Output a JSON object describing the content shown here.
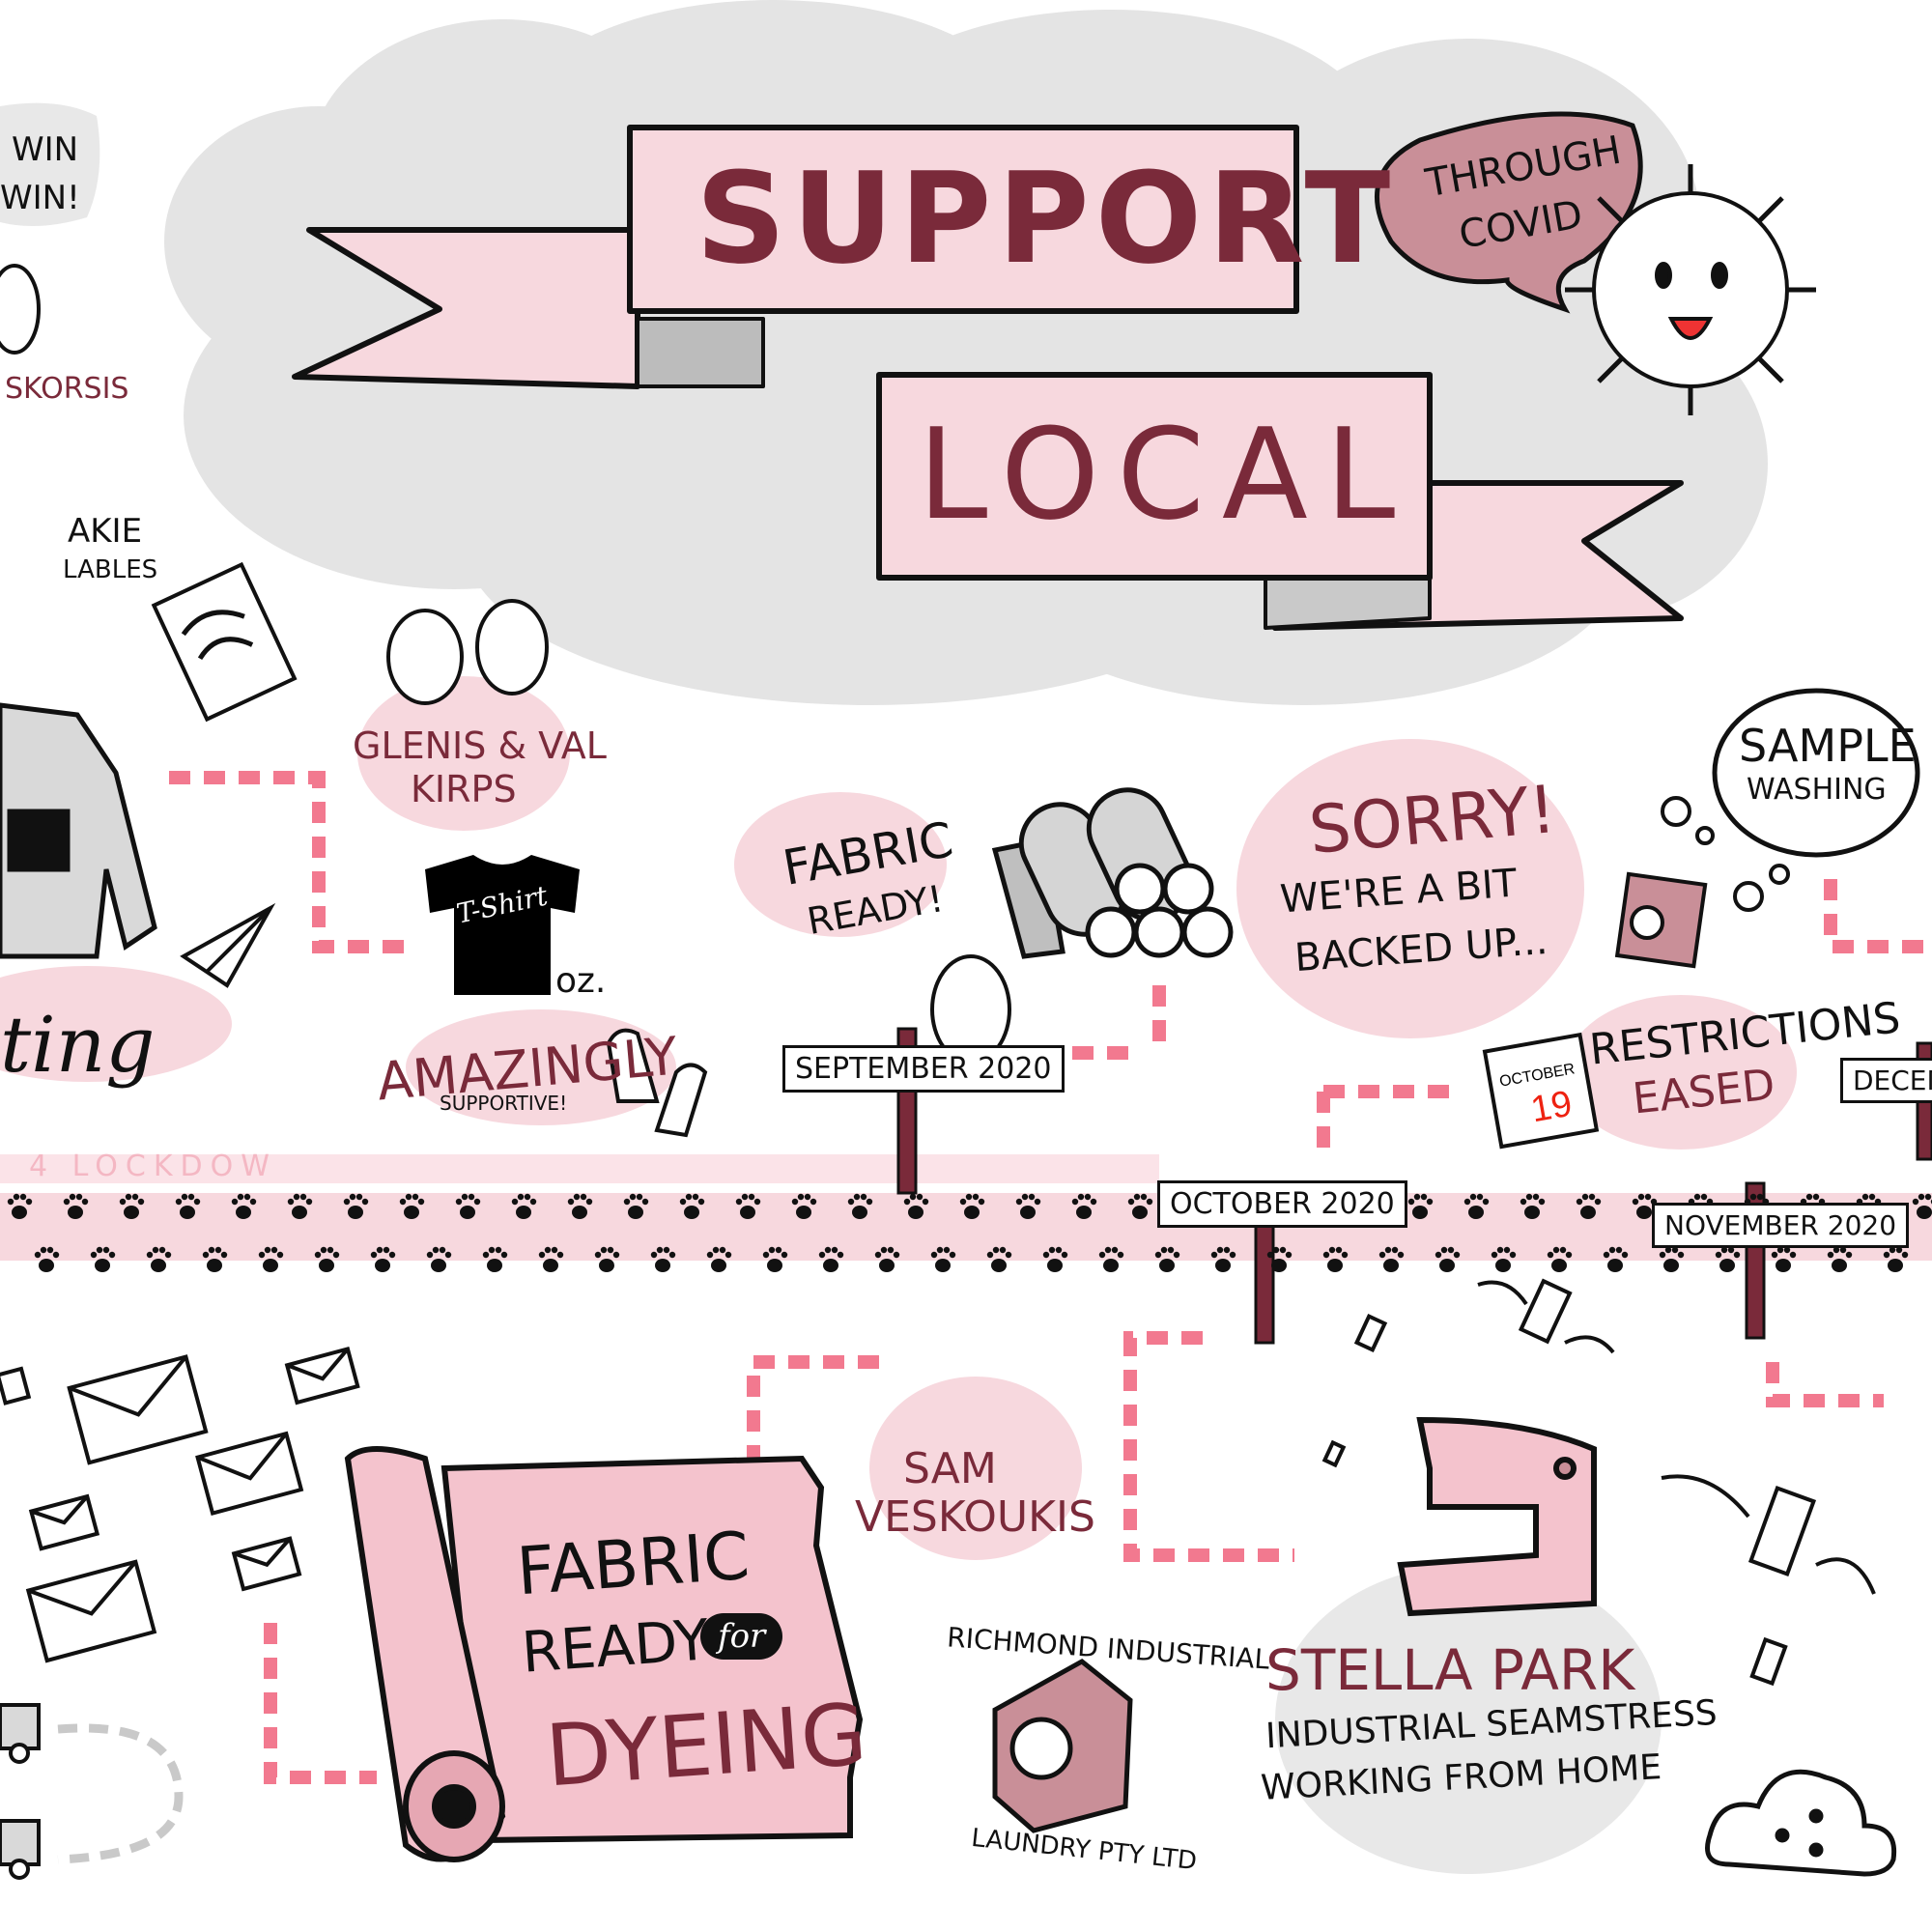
{
  "title": {
    "line1": "Support",
    "line2": "Local"
  },
  "covid_bubble": {
    "line1": "Through",
    "line2": "Covid"
  },
  "top_left": {
    "line1": "win",
    "line2": "win!",
    "name_fragment": "skorsis"
  },
  "labels": {
    "akie": "Akie",
    "lables": "lables",
    "glenis_val_line1": "Glenis & Val",
    "glenis_val_line2": "Kirps",
    "tshirt": "T-Shirt",
    "oz": "oz.",
    "amazingly": "Amazingly",
    "supportive": "supportive!",
    "script_fragment": "ting",
    "lockdown": "4 lockdow",
    "fabric_ready_line1": "Fabric",
    "fabric_ready_line2": "ready!",
    "sorry": "Sorry!",
    "sorry_line2": "We're a bit",
    "sorry_line3": "backed up...",
    "sample_line1": "Sample",
    "sample_line2": "washing",
    "restrictions_line1": "Restrictions",
    "restrictions_line2": "eased",
    "calendar_month": "October",
    "calendar_day": "19",
    "sam_line1": "Sam",
    "sam_line2": "Veskoukis",
    "dyeing_line1": "Fabric",
    "dyeing_line2": "Ready",
    "dyeing_for": "for",
    "dyeing_line3": "Dyeing",
    "richmond_top": "Richmond Industrial",
    "richmond_bottom": "Laundry Pty Ltd",
    "stella_name": "Stella Park",
    "stella_line2": "Industrial seamstress",
    "stella_line3": "working from home"
  },
  "signposts": {
    "september": "September 2020",
    "october": "October 2020",
    "november": "November 2020",
    "december": "Decem"
  },
  "colors": {
    "maroon": "#7a2a3a",
    "pink": "#f7d8de",
    "pink_mid": "#f4c3cd",
    "dash_pink": "#f2798f",
    "cloud_grey": "#e4e4e4",
    "bubble_rose": "#c98f98"
  },
  "icons": [
    "covid-virus-icon",
    "sweater-icon",
    "paper-plane-icon",
    "tshirt-icon",
    "label-tag-icon",
    "fabric-rolls-icon",
    "washing-machine-icon",
    "envelope-icon",
    "truck-icon",
    "sewing-machine-icon",
    "flying-phone-icon",
    "cloud-share-icon",
    "paw-print-icon",
    "clapping-hands-icon"
  ]
}
